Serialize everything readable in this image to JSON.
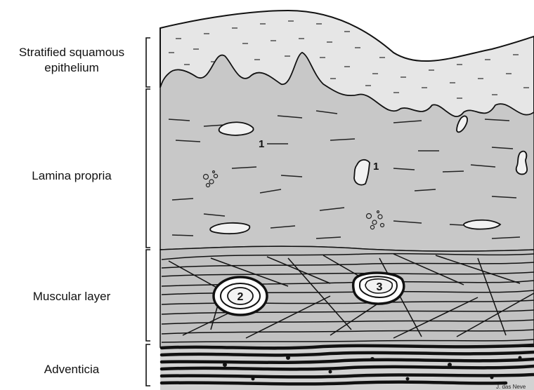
{
  "labels": {
    "epithelium_line1": "Stratified squamous",
    "epithelium_line2": "epithelium",
    "lamina_propria": "Lamina propria",
    "muscular_layer": "Muscular layer",
    "adventicia": "Adventicia"
  },
  "markers": {
    "vessel_a": "1",
    "vessel_b": "1",
    "gland_2": "2",
    "gland_3": "3"
  },
  "signature": "J. das Neve",
  "colors": {
    "epithelium_fill": "#e6e6e6",
    "lamina_fill": "#c8c8c8",
    "muscle_fill": "#c2c2c2",
    "ink": "#111111"
  }
}
